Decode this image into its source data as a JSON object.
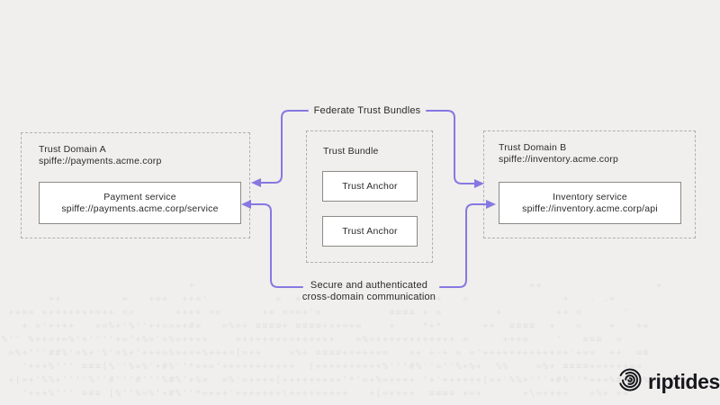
{
  "colors": {
    "background": "#f0efed",
    "accent": "#8678e2",
    "text": "#2b2b2b",
    "dashed_border": "#b2b0ae",
    "box_border": "#8a8a86",
    "logo": "#17171d",
    "texture": "rgba(40,40,60,0.075)"
  },
  "labels": {
    "federate": "Federate Trust Bundles",
    "secure_line1": "Secure and authenticated",
    "secure_line2": "cross-domain communication"
  },
  "domain_a": {
    "title": "Trust Domain A",
    "subtitle": "spiffe://payments.acme.corp",
    "service_name": "Payment service",
    "service_id": "spiffe://payments.acme.corp/service"
  },
  "trust_bundle": {
    "title": "Trust Bundle",
    "anchors": [
      {
        "label": "Trust Anchor"
      },
      {
        "label": "Trust Anchor"
      }
    ]
  },
  "domain_b": {
    "title": "Trust Domain B",
    "subtitle": "spiffe://inventory.acme.corp",
    "service_name": "Inventory service",
    "service_id": "spiffe://inventory.acme.corp/api"
  },
  "logo": {
    "text": "riptides",
    "icon": "ripples-icon"
  },
  "background_texture": {
    "lines": [
      "                            +                     +   =                        ++                 +",
      "       ++         =   +=+  +++'          =  =             ==++++++   =              +   . .+      ",
      " ++== ++++++++=++ ==      ++++ ==      ++ ===+'=          ≡≡≡≡ + =        +        ++ =      '    ",
      "   + ='++++   ==%+'%''++===+#=   =%=+ ≡≡≡≡+ ≡≡≡≡+=+=+=    +    *+*      ++  ≡≡≡≡  +   =    +   +=",
      "%'' %++=+=%'+''''+='+%='+%=++++    =++++++==++++++   =%=++++++++++++ =     +++=    '   ≡≡≡  =    ",
      " =%+'''##%'=%+'%'=%+'+++=%=+=+%+++=[=++    =%+ ≡≡≡≡+=+++==   =+ +-+ = ='+++++++++++=+'+==  ++  ≡≡",
      "   '+++%''' ≡≡≡[%''%=%'+#%''*=+='+++++++++++  [++++++++++%'''#%''=''%+%+  %%    =%+ ≡≡≡≡+=++++==  ",
      " +[=+'%%+''''%''#'''#'''%#%'+%=  =%'=+++=[+++++++=+'*'=+%=++++ '+'++++++[=+'%%+'''+#%''*=+=%#%++%",
      "   '+++%''' ≡≡≡ [%''%=%'+#%''*=+=+'+++++++\\+++++++++   +[=++++  ≡≡≡≡ +=+      +\\=++++   =%+ ++  "
    ]
  }
}
